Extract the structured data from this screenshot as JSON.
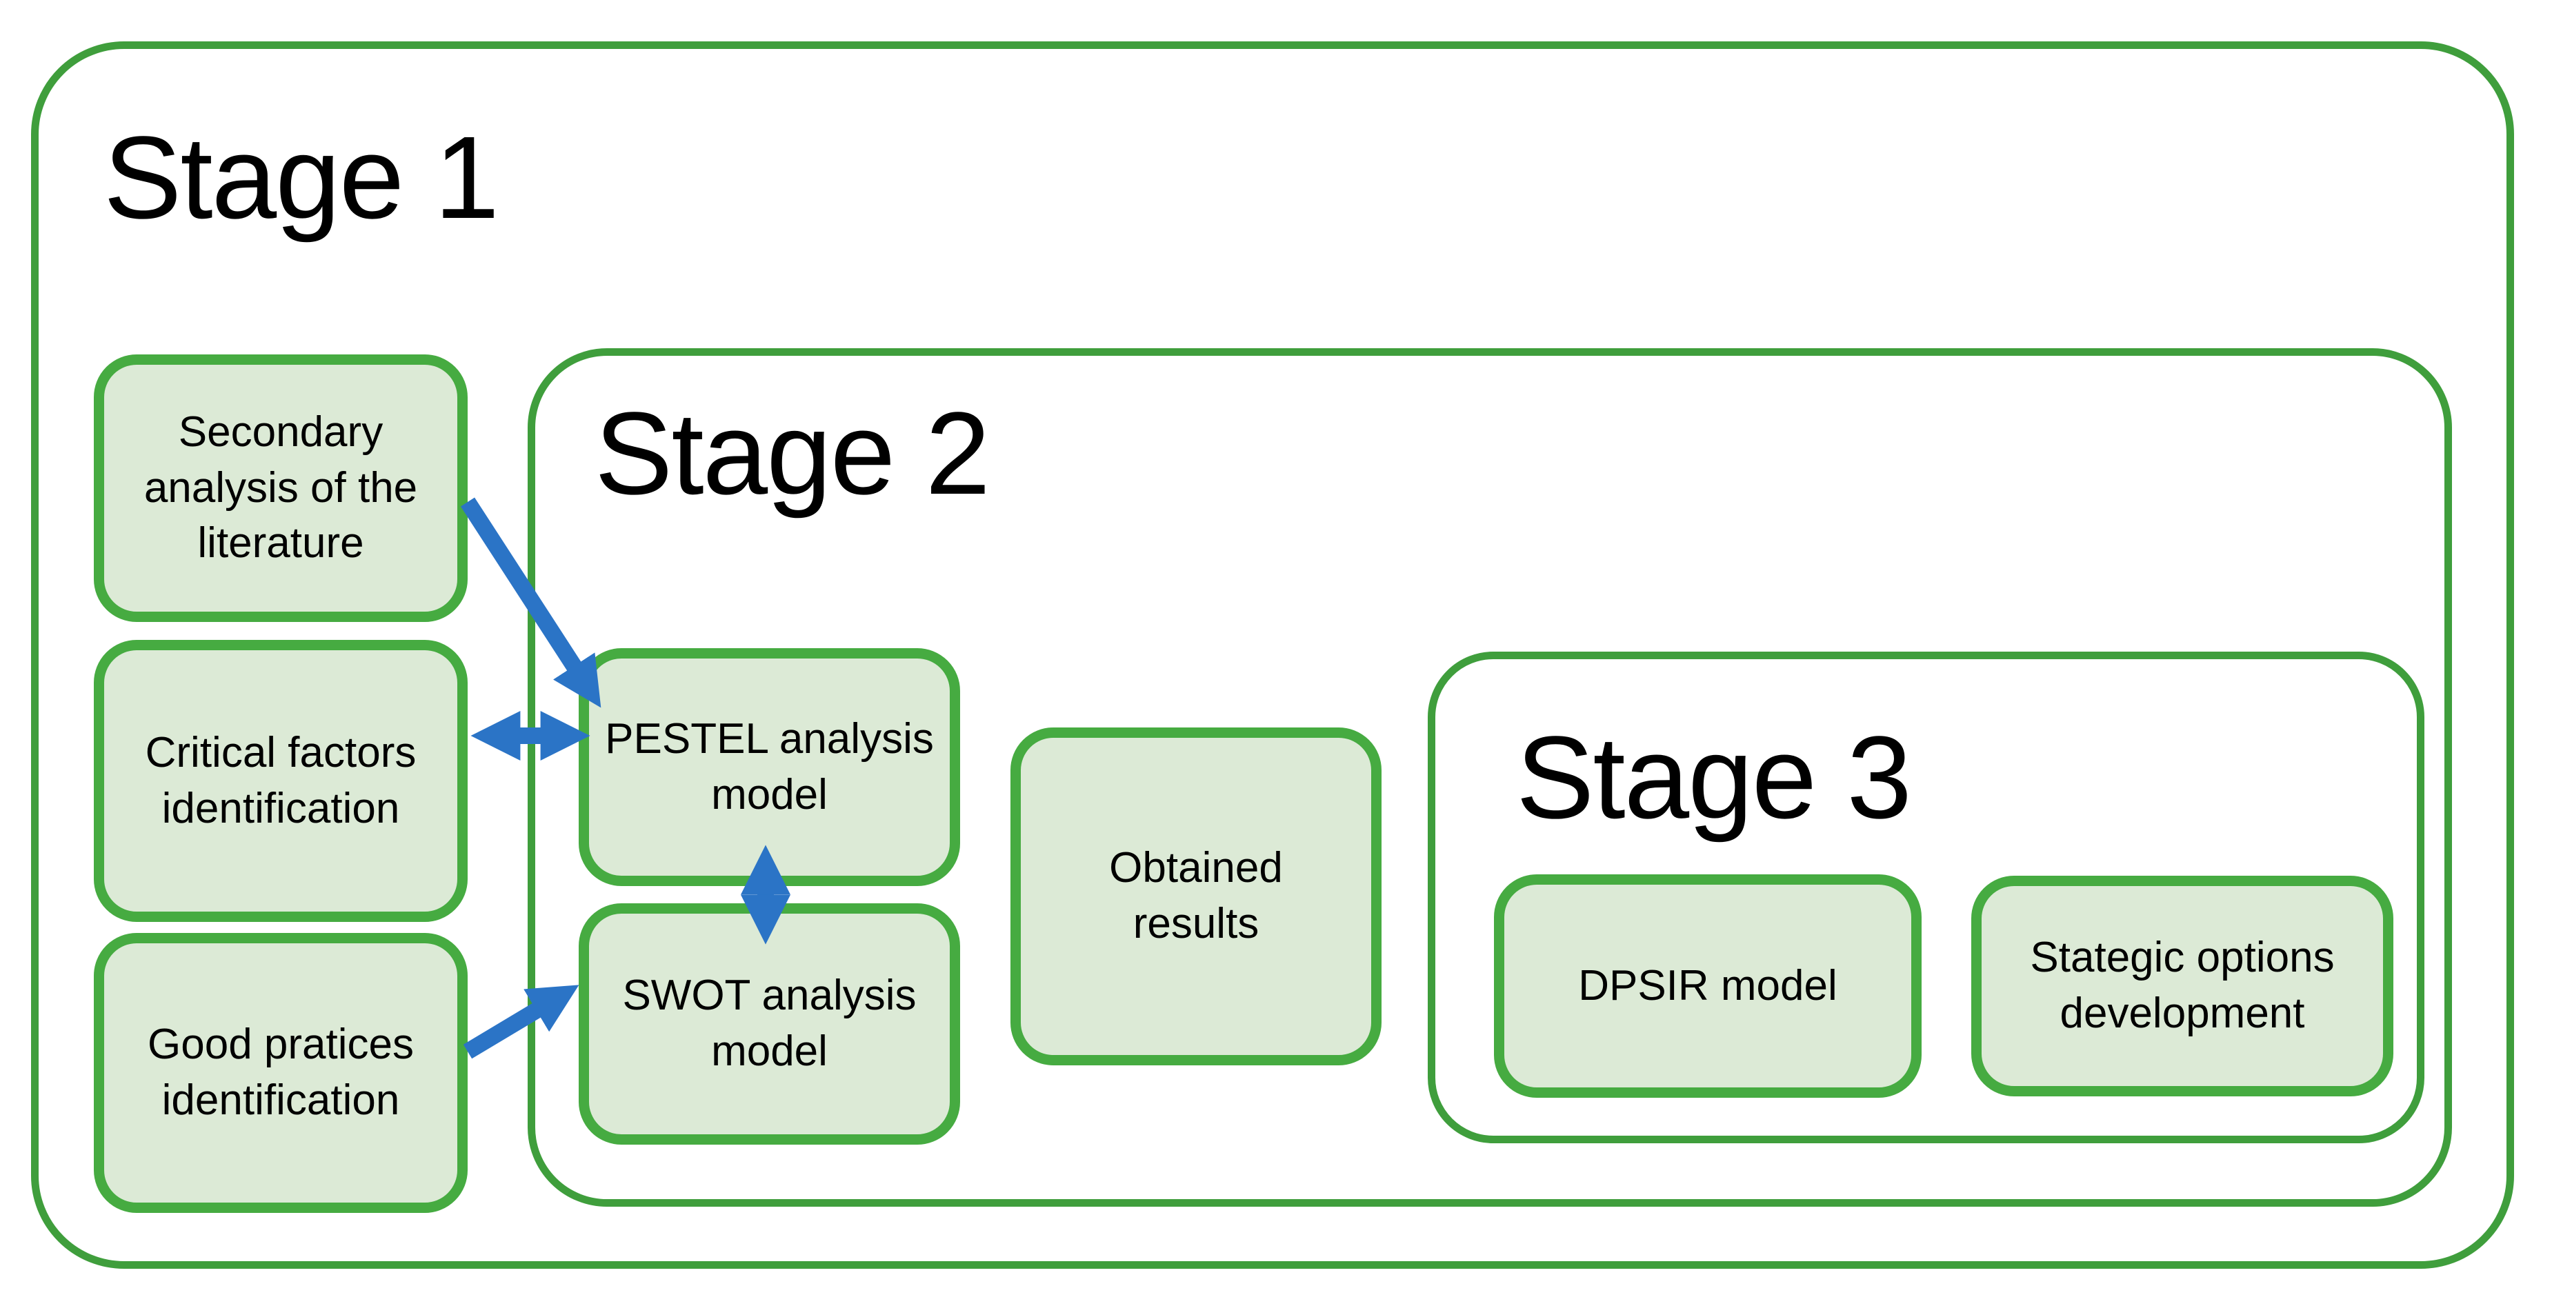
{
  "diagram": {
    "stage1": {
      "title": "Stage 1"
    },
    "stage2": {
      "title": "Stage 2"
    },
    "stage3": {
      "title": "Stage 3"
    },
    "boxes": {
      "secondary": {
        "label": "Secondary analysis of the literature"
      },
      "critical": {
        "label": "Critical factors identification"
      },
      "good": {
        "label": "Good pratices identification"
      },
      "pestel": {
        "label": "PESTEL analysis model"
      },
      "swot": {
        "label": "SWOT analysis model"
      },
      "obtained": {
        "label": "Obtained results"
      },
      "dpsir": {
        "label": "DPSIR model"
      },
      "stategic": {
        "label": "Stategic options development"
      }
    },
    "arrows": [
      {
        "name": "secondary-to-pestel-arrow",
        "type": "single",
        "from": "secondary",
        "to": "pestel"
      },
      {
        "name": "critical-pestel-double-arrow",
        "type": "double",
        "from": "critical",
        "to": "pestel"
      },
      {
        "name": "pestel-swot-double-arrow",
        "type": "double",
        "from": "pestel",
        "to": "swot"
      },
      {
        "name": "good-to-swot-arrow",
        "type": "single",
        "from": "good",
        "to": "swot"
      }
    ],
    "colors": {
      "container_border": "#3f9e3c",
      "box_border": "#46ab41",
      "box_fill": "#dcead6",
      "arrow": "#2b74c6",
      "text": "#000000",
      "background": "#ffffff"
    }
  }
}
